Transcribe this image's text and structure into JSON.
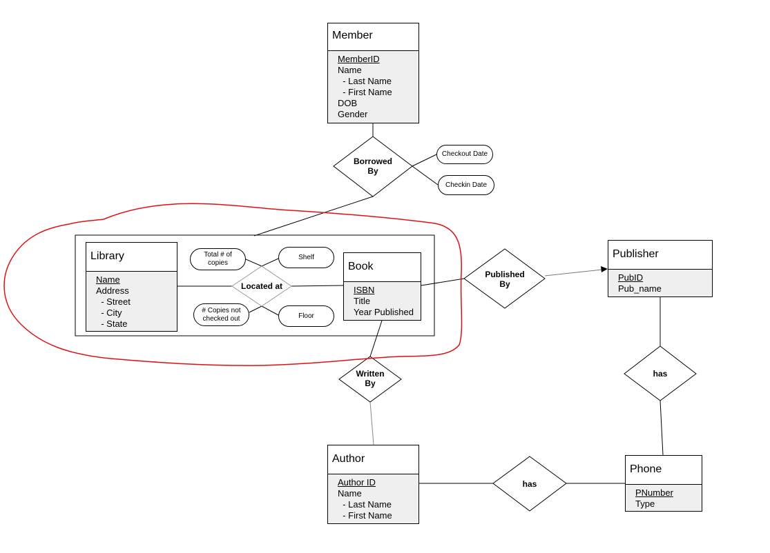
{
  "entities": {
    "member": {
      "name": "Member",
      "attributes": [
        "MemberID",
        "Name",
        "  - Last Name",
        "  - First Name",
        "DOB",
        "Gender"
      ]
    },
    "library": {
      "name": "Library",
      "attributes": [
        "Name",
        "Address",
        "  - Street",
        "  - City",
        "  - State"
      ]
    },
    "book": {
      "name": "Book",
      "attributes": [
        "ISBN",
        "Title",
        "Year Published"
      ]
    },
    "publisher": {
      "name": "Publisher",
      "attributes": [
        "PubID",
        "Pub_name"
      ]
    },
    "author": {
      "name": "Author",
      "attributes": [
        "Author ID",
        "Name",
        "  - Last Name",
        "  - First Name"
      ]
    },
    "phone": {
      "name": "Phone",
      "attributes": [
        "PNumber",
        "Type"
      ]
    }
  },
  "relationships": {
    "borrowed_by": {
      "line1": "Borrowed",
      "line2": "By"
    },
    "located_at": {
      "line1": "Located at",
      "line2": ""
    },
    "published_by": {
      "line1": "Published",
      "line2": "By"
    },
    "written_by": {
      "line1": "Written",
      "line2": "By"
    },
    "publisher_has": {
      "line1": "has",
      "line2": ""
    },
    "author_has": {
      "line1": "has",
      "line2": ""
    }
  },
  "relationship_attributes": {
    "checkout_date": "Checkout Date",
    "checkin_date": "Checkin Date",
    "total_copies": {
      "line1": "Total # of",
      "line2": "copies"
    },
    "shelf": "Shelf",
    "copies_not_checked": {
      "line1": "# Copies not",
      "line2": "checked out"
    },
    "floor": "Floor"
  },
  "colors": {
    "annotation": "#e01010",
    "attribute_fill": "#efefef",
    "line": "#000000"
  }
}
